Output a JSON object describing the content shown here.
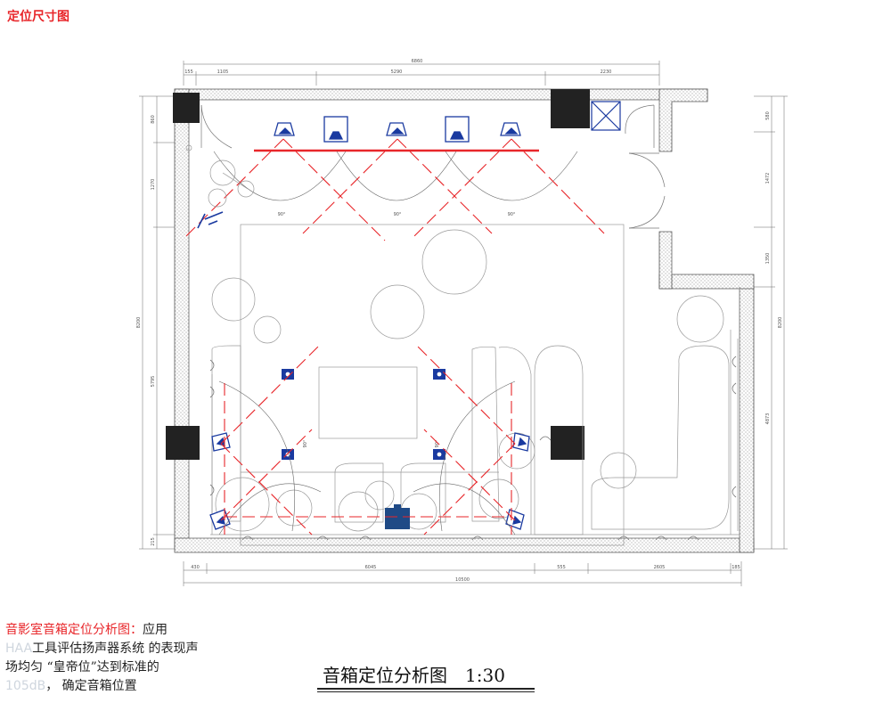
{
  "header": {
    "title": "定位尺寸图"
  },
  "caption": {
    "part1": "音影室音箱定位分析图：",
    "part2": "应用",
    "haa": "HAA",
    "part3": "工具评估扬声器系统 的表现声场均匀 “皇帝位”达到标准的",
    "db": "105dB",
    "part4": "， 确定音箱位置"
  },
  "title_block": {
    "title": "音箱定位分析图",
    "scale": "1:30"
  },
  "dimensions": {
    "top_total": "6860",
    "top_segments": [
      "155",
      "1105",
      "5290",
      "2230"
    ],
    "bottom_total": "10500",
    "bottom_segments": [
      "430",
      "6045",
      "555",
      "2605",
      "185"
    ],
    "left_total": "8200",
    "left_segments": [
      "860",
      "1270",
      "5795",
      "215"
    ],
    "right_total": "8200",
    "right_segments": [
      "580",
      "1472",
      "1350",
      "4873"
    ]
  },
  "angle_labels": [
    "90°",
    "90°",
    "90°",
    "90°",
    "90°"
  ],
  "colors": {
    "accent_red": "#e8262a",
    "speaker_blue": "#1a3aa0",
    "wall_hatch": "#bdbdbd",
    "line_gray": "#9a9a9a"
  }
}
